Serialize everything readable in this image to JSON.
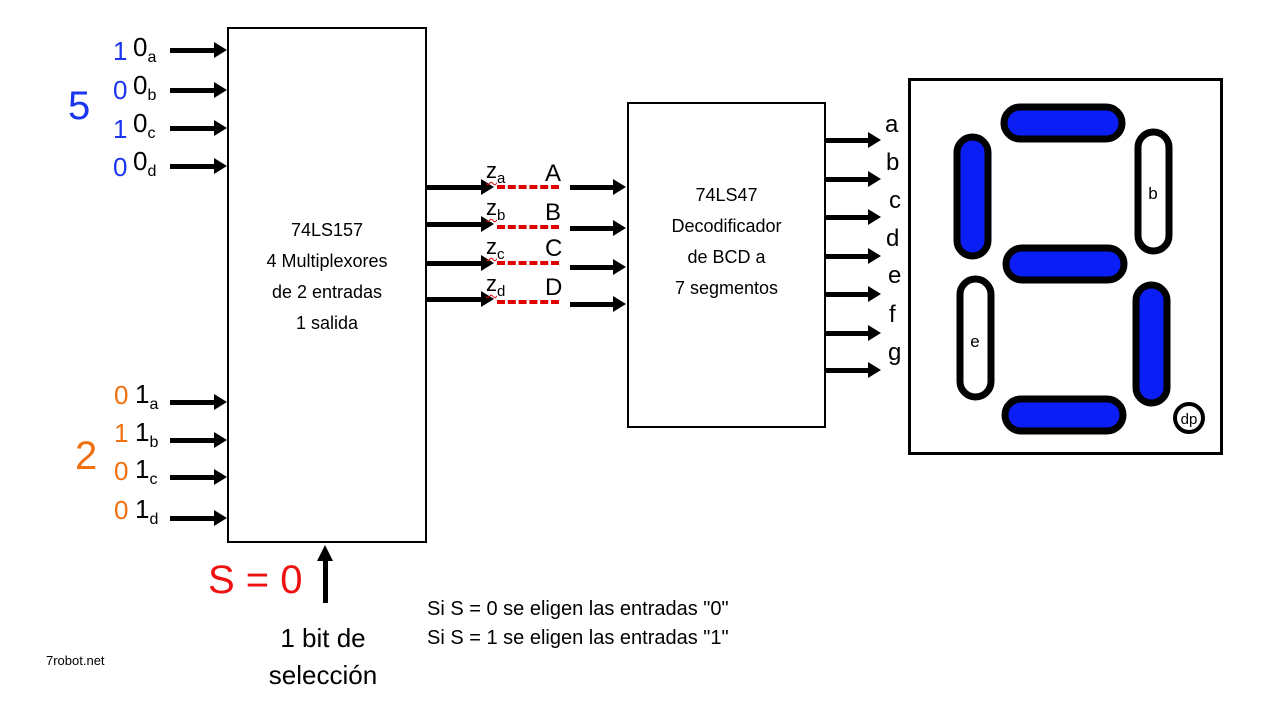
{
  "colors": {
    "input0": "#1a35f0",
    "input1": "#f07010",
    "select": "#ee1111",
    "segment_on": "#0a1ef5",
    "dash": "#e00000"
  },
  "mux": {
    "name": "74LS157",
    "lines": [
      "74LS157",
      "4 Multiplexores",
      "de 2 entradas",
      "1 salida"
    ]
  },
  "decoder": {
    "name": "74LS47",
    "lines": [
      "74LS47",
      "Decodificador",
      "de BCD a",
      "7 segmentos"
    ]
  },
  "input_group_0": {
    "decimal": "5",
    "inputs": [
      {
        "bit": "1",
        "label": "0",
        "sub": "a"
      },
      {
        "bit": "0",
        "label": "0",
        "sub": "b"
      },
      {
        "bit": "1",
        "label": "0",
        "sub": "c"
      },
      {
        "bit": "0",
        "label": "0",
        "sub": "d"
      }
    ]
  },
  "input_group_1": {
    "decimal": "2",
    "inputs": [
      {
        "bit": "0",
        "label": "1",
        "sub": "a"
      },
      {
        "bit": "1",
        "label": "1",
        "sub": "b"
      },
      {
        "bit": "0",
        "label": "1",
        "sub": "c"
      },
      {
        "bit": "0",
        "label": "1",
        "sub": "d"
      }
    ]
  },
  "mux_outputs": [
    {
      "label": "z",
      "sub": "a",
      "dec_input": "A"
    },
    {
      "label": "z",
      "sub": "b",
      "dec_input": "B"
    },
    {
      "label": "z",
      "sub": "c",
      "dec_input": "C"
    },
    {
      "label": "z",
      "sub": "d",
      "dec_input": "D"
    }
  ],
  "decoder_outputs": [
    "a",
    "b",
    "c",
    "d",
    "e",
    "f",
    "g"
  ],
  "select": {
    "value_label": "S = 0",
    "caption_line1": "1 bit de",
    "caption_line2": "selección"
  },
  "rules": [
    "Si S = 0 se eligen las entradas \"0\"",
    "Si S = 1 se eligen las entradas \"1\""
  ],
  "display": {
    "digit_shown": "5",
    "segments": [
      {
        "id": "a",
        "on": true,
        "label": ""
      },
      {
        "id": "b",
        "on": false,
        "label": "b"
      },
      {
        "id": "c",
        "on": true,
        "label": ""
      },
      {
        "id": "d",
        "on": true,
        "label": ""
      },
      {
        "id": "e",
        "on": false,
        "label": "e"
      },
      {
        "id": "f",
        "on": true,
        "label": ""
      },
      {
        "id": "g",
        "on": true,
        "label": ""
      }
    ],
    "dp_label": "dp"
  },
  "watermark": "7robot.net"
}
